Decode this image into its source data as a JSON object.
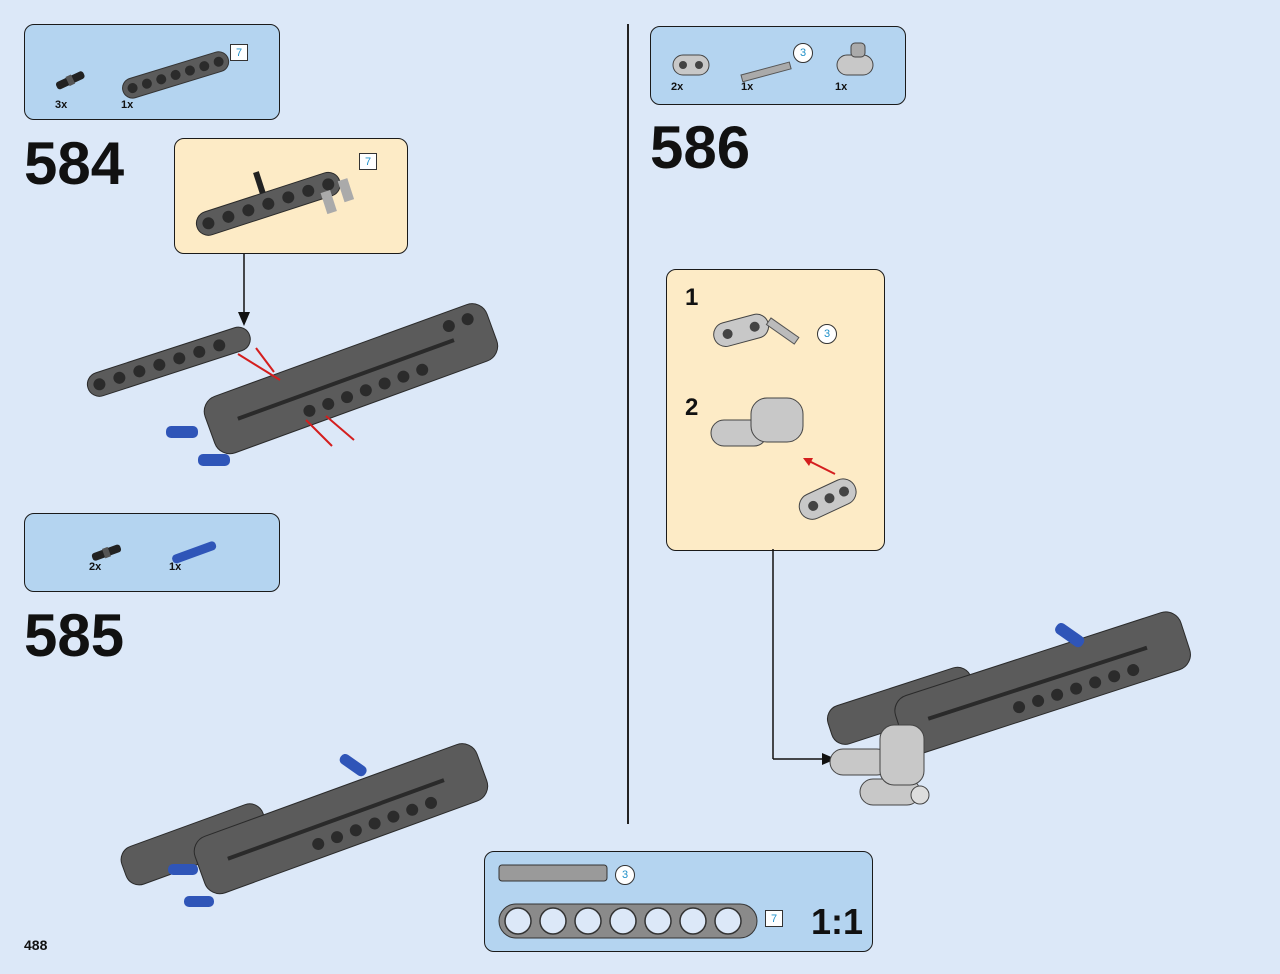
{
  "page": {
    "number": "488"
  },
  "steps": {
    "s584": {
      "number": "584",
      "parts": [
        {
          "qty": "3x",
          "icon": "friction-pin-icon"
        },
        {
          "qty": "1x",
          "icon": "beam-7-icon",
          "length": "7"
        }
      ],
      "callout_length": "7"
    },
    "s585": {
      "number": "585",
      "parts": [
        {
          "qty": "2x",
          "icon": "friction-pin-icon"
        },
        {
          "qty": "1x",
          "icon": "blue-long-pin-icon"
        }
      ]
    },
    "s586": {
      "number": "586",
      "parts": [
        {
          "qty": "2x",
          "icon": "l-beam-icon"
        },
        {
          "qty": "1x",
          "icon": "axle-3-icon",
          "length": "3"
        },
        {
          "qty": "1x",
          "icon": "connector-icon"
        }
      ],
      "substeps": [
        {
          "n": "1",
          "length": "3"
        },
        {
          "n": "2"
        }
      ]
    }
  },
  "scale_ref": {
    "axle_length": "3",
    "beam_length": "7",
    "label": "1:1"
  },
  "colors": {
    "background": "#dce8f8",
    "parts_box": "#b4d4f0",
    "callout_box": "#fdebc6",
    "beam": "#5b5b5b",
    "light_part": "#c8c8c8",
    "blue_pin": "#2f55b8",
    "arrow": "#d41e1e",
    "length_text": "#1e8fc8"
  }
}
